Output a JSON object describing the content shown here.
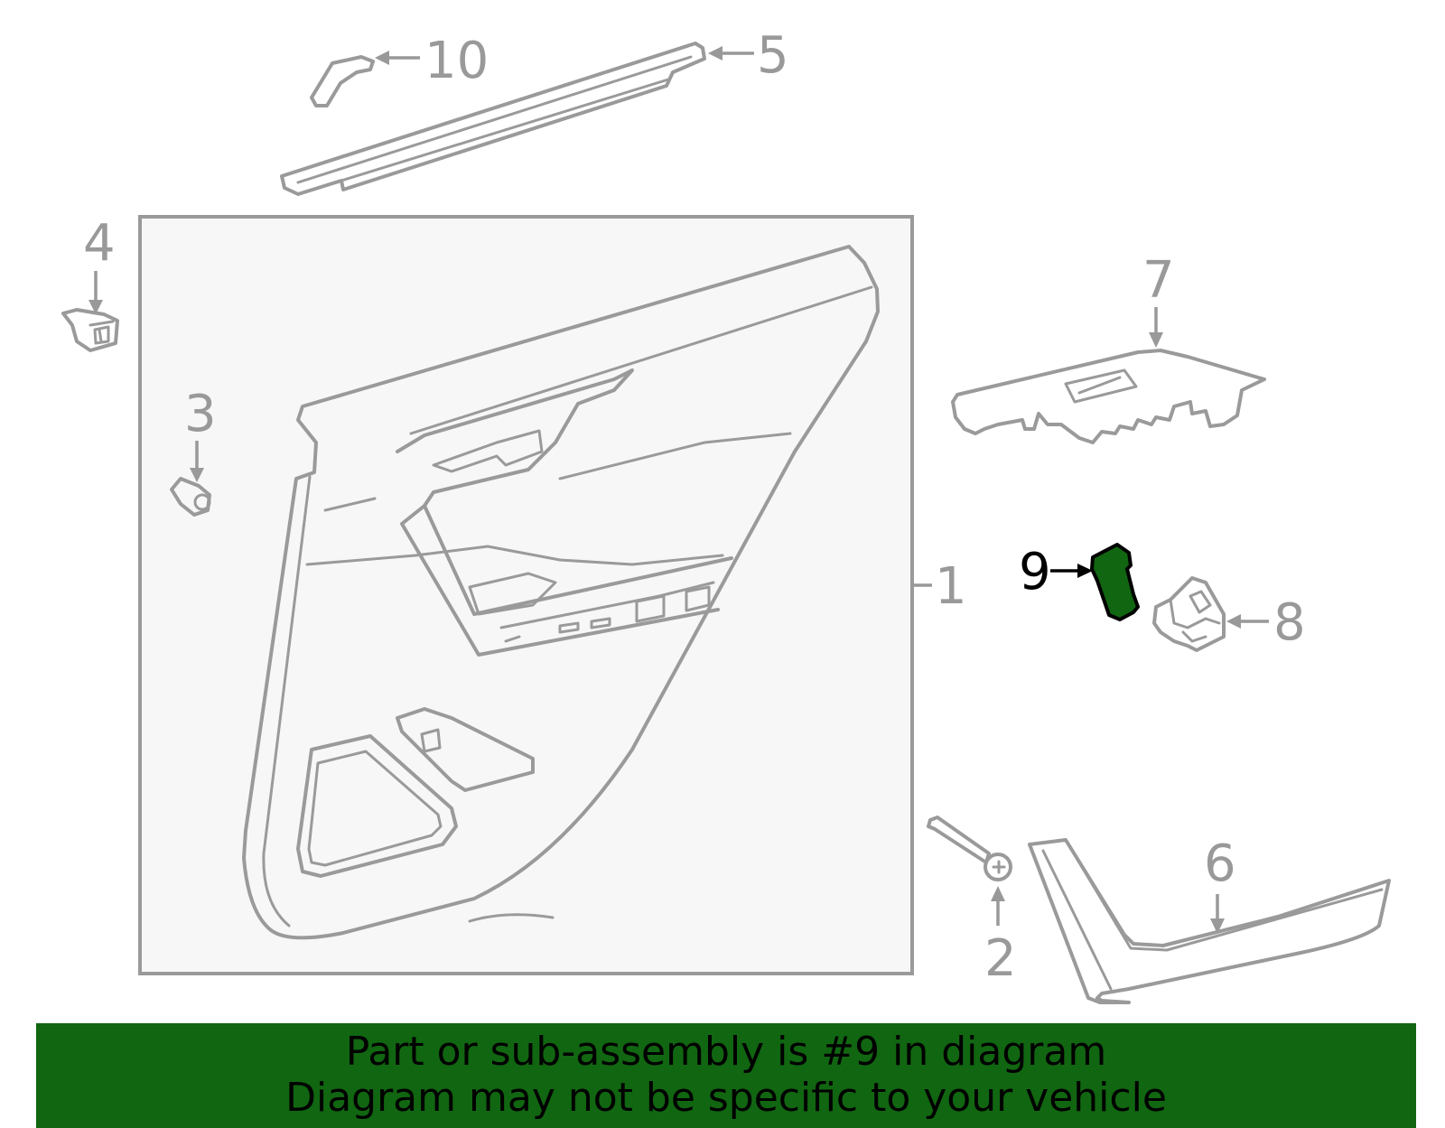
{
  "callouts": {
    "c1": "1",
    "c2": "2",
    "c3": "3",
    "c4": "4",
    "c5": "5",
    "c6": "6",
    "c7": "7",
    "c8": "8",
    "c9": "9",
    "c10": "10"
  },
  "highlighted_part": "9",
  "colors": {
    "highlight": "#116611",
    "line": "#9a9a9a",
    "panel_fill": "#f7f7f7"
  },
  "banner": {
    "line1": "Part or sub-assembly is #9 in diagram",
    "line2": "Diagram may not be specific to your vehicle"
  }
}
